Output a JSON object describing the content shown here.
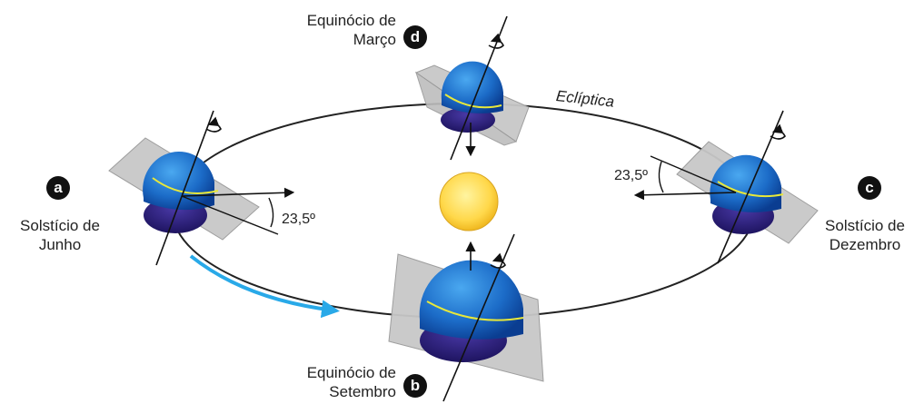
{
  "positions": {
    "a": {
      "badge": "a",
      "label_line1": "Solstício de",
      "label_line2": "Junho",
      "angle": "23,5º"
    },
    "b": {
      "badge": "b",
      "label_line1": "Equinócio de",
      "label_line2": "Setembro"
    },
    "c": {
      "badge": "c",
      "label_line1": "Solstício de",
      "label_line2": "Dezembro",
      "angle": "23,5º"
    },
    "d": {
      "badge": "d",
      "label_line1": "Equinócio de",
      "label_line2": "Março"
    }
  },
  "orbit_label": "Eclíptica",
  "colors": {
    "earth_dark": "#0a3d91",
    "earth_light": "#2d8de0",
    "earth_underside": "#2a1f7a",
    "equator": "#e8e83a",
    "plane": "#c8c8c8",
    "sun": "#ffd84a",
    "motion_arrow": "#29a9e8"
  },
  "icons": [
    "sun-icon",
    "earth-icon",
    "rotation-arrow-icon",
    "motion-arrow-icon"
  ]
}
